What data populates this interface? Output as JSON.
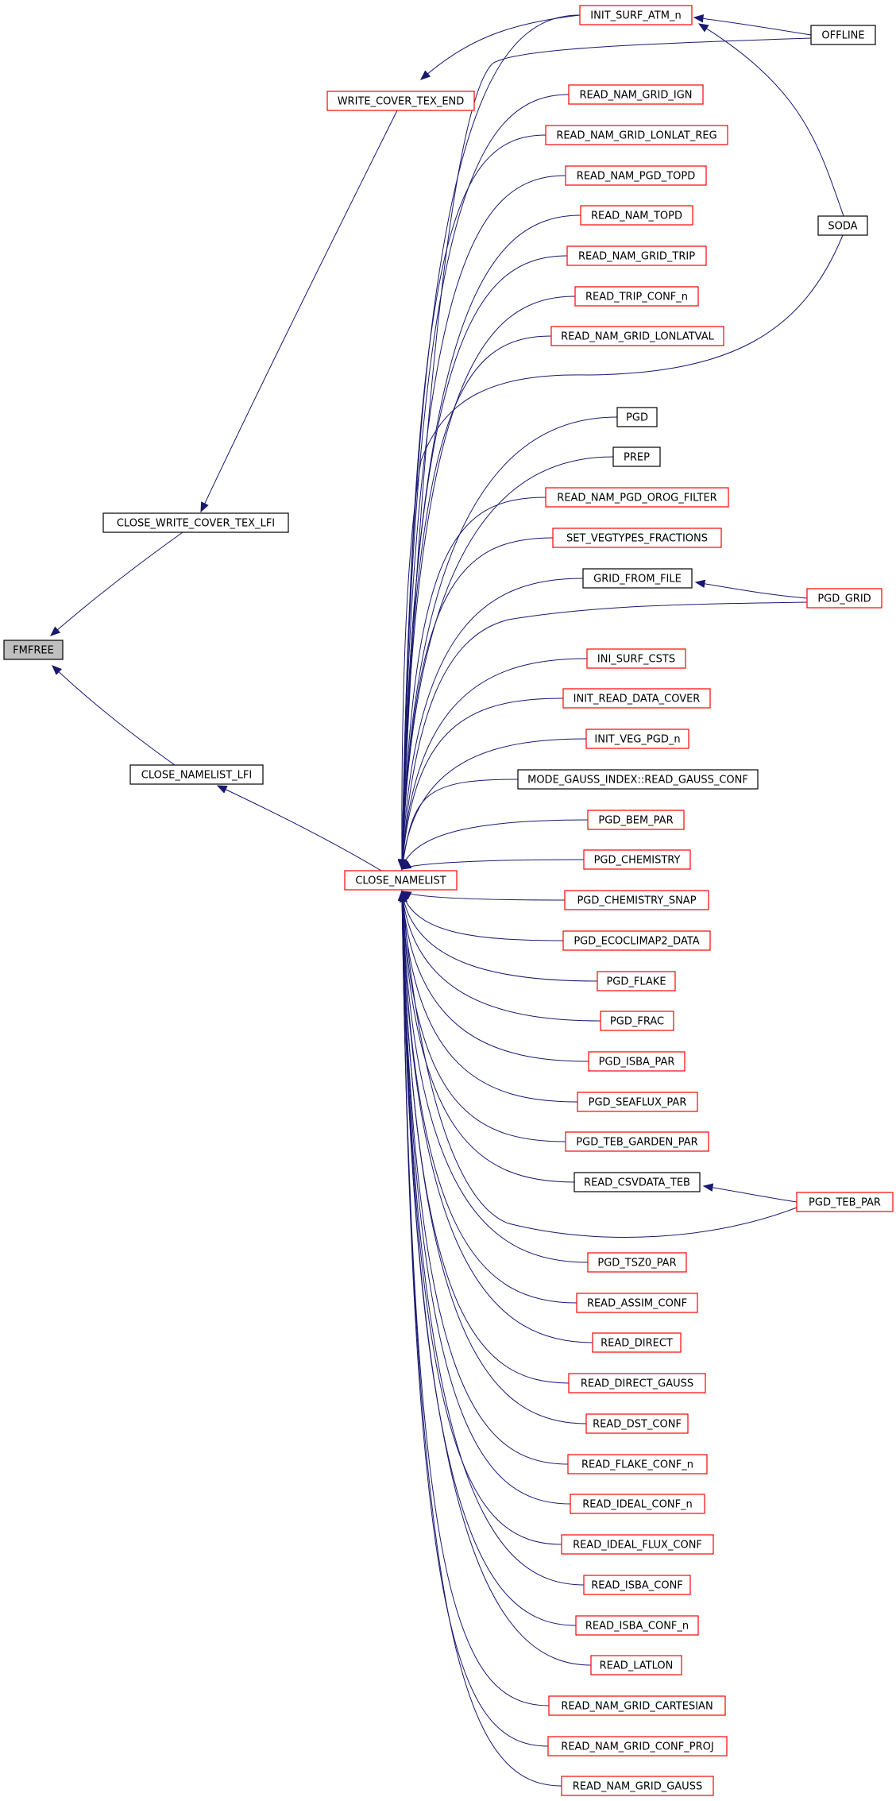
{
  "colors": {
    "edge": "#191970",
    "documented_border": "#000000",
    "undocumented_border": "#ff0000",
    "root_fill": "#bfbfbf",
    "node_fill": "#ffffff",
    "text": "#000000"
  },
  "nodes": [
    {
      "id": "fmfree",
      "label": "FMFREE",
      "kind": "root"
    },
    {
      "id": "close_write_cover_tex_lfi",
      "label": "CLOSE_WRITE_COVER_TEX_LFI",
      "kind": "black"
    },
    {
      "id": "close_namelist_lfi",
      "label": "CLOSE_NAMELIST_LFI",
      "kind": "black"
    },
    {
      "id": "write_cover_tex_end",
      "label": "WRITE_COVER_TEX_END",
      "kind": "red"
    },
    {
      "id": "close_namelist",
      "label": "CLOSE_NAMELIST",
      "kind": "red"
    },
    {
      "id": "init_surf_atm_n",
      "label": "INIT_SURF_ATM_n",
      "kind": "red"
    },
    {
      "id": "offline",
      "label": "OFFLINE",
      "kind": "black"
    },
    {
      "id": "read_nam_grid_ign",
      "label": "READ_NAM_GRID_IGN",
      "kind": "red"
    },
    {
      "id": "read_nam_grid_lonlat_reg",
      "label": "READ_NAM_GRID_LONLAT_REG",
      "kind": "red"
    },
    {
      "id": "read_nam_pgd_topd",
      "label": "READ_NAM_PGD_TOPD",
      "kind": "red"
    },
    {
      "id": "read_nam_topd",
      "label": "READ_NAM_TOPD",
      "kind": "red"
    },
    {
      "id": "soda",
      "label": "SODA",
      "kind": "black"
    },
    {
      "id": "read_nam_grid_trip",
      "label": "READ_NAM_GRID_TRIP",
      "kind": "red"
    },
    {
      "id": "read_trip_conf_n",
      "label": "READ_TRIP_CONF_n",
      "kind": "red"
    },
    {
      "id": "read_nam_grid_lonlatval",
      "label": "READ_NAM_GRID_LONLATVAL",
      "kind": "red"
    },
    {
      "id": "pgd",
      "label": "PGD",
      "kind": "black"
    },
    {
      "id": "prep",
      "label": "PREP",
      "kind": "black"
    },
    {
      "id": "read_nam_pgd_orog_filter",
      "label": "READ_NAM_PGD_OROG_FILTER",
      "kind": "red"
    },
    {
      "id": "set_vegtypes_fractions",
      "label": "SET_VEGTYPES_FRACTIONS",
      "kind": "red"
    },
    {
      "id": "grid_from_file",
      "label": "GRID_FROM_FILE",
      "kind": "black"
    },
    {
      "id": "pgd_grid",
      "label": "PGD_GRID",
      "kind": "red"
    },
    {
      "id": "ini_surf_csts",
      "label": "INI_SURF_CSTS",
      "kind": "red"
    },
    {
      "id": "init_read_data_cover",
      "label": "INIT_READ_DATA_COVER",
      "kind": "red"
    },
    {
      "id": "init_veg_pgd_n",
      "label": "INIT_VEG_PGD_n",
      "kind": "red"
    },
    {
      "id": "mode_gauss_index_read_gauss_conf",
      "label": "MODE_GAUSS_INDEX::READ_GAUSS_CONF",
      "kind": "black"
    },
    {
      "id": "pgd_bem_par",
      "label": "PGD_BEM_PAR",
      "kind": "red"
    },
    {
      "id": "pgd_chemistry",
      "label": "PGD_CHEMISTRY",
      "kind": "red"
    },
    {
      "id": "pgd_chemistry_snap",
      "label": "PGD_CHEMISTRY_SNAP",
      "kind": "red"
    },
    {
      "id": "pgd_ecoclimap2_data",
      "label": "PGD_ECOCLIMAP2_DATA",
      "kind": "red"
    },
    {
      "id": "pgd_flake",
      "label": "PGD_FLAKE",
      "kind": "red"
    },
    {
      "id": "pgd_frac",
      "label": "PGD_FRAC",
      "kind": "red"
    },
    {
      "id": "pgd_isba_par",
      "label": "PGD_ISBA_PAR",
      "kind": "red"
    },
    {
      "id": "pgd_seaflux_par",
      "label": "PGD_SEAFLUX_PAR",
      "kind": "red"
    },
    {
      "id": "pgd_teb_garden_par",
      "label": "PGD_TEB_GARDEN_PAR",
      "kind": "red"
    },
    {
      "id": "read_csvdata_teb",
      "label": "READ_CSVDATA_TEB",
      "kind": "black"
    },
    {
      "id": "pgd_teb_par",
      "label": "PGD_TEB_PAR",
      "kind": "red"
    },
    {
      "id": "pgd_tsz0_par",
      "label": "PGD_TSZ0_PAR",
      "kind": "red"
    },
    {
      "id": "read_assim_conf",
      "label": "READ_ASSIM_CONF",
      "kind": "red"
    },
    {
      "id": "read_direct",
      "label": "READ_DIRECT",
      "kind": "red"
    },
    {
      "id": "read_direct_gauss",
      "label": "READ_DIRECT_GAUSS",
      "kind": "red"
    },
    {
      "id": "read_dst_conf",
      "label": "READ_DST_CONF",
      "kind": "red"
    },
    {
      "id": "read_flake_conf_n",
      "label": "READ_FLAKE_CONF_n",
      "kind": "red"
    },
    {
      "id": "read_ideal_conf_n",
      "label": "READ_IDEAL_CONF_n",
      "kind": "red"
    },
    {
      "id": "read_ideal_flux_conf",
      "label": "READ_IDEAL_FLUX_CONF",
      "kind": "red"
    },
    {
      "id": "read_isba_conf",
      "label": "READ_ISBA_CONF",
      "kind": "red"
    },
    {
      "id": "read_isba_conf_n",
      "label": "READ_ISBA_CONF_n",
      "kind": "red"
    },
    {
      "id": "read_latlon",
      "label": "READ_LATLON",
      "kind": "red"
    },
    {
      "id": "read_nam_grid_cartesian",
      "label": "READ_NAM_GRID_CARTESIAN",
      "kind": "red"
    },
    {
      "id": "read_nam_grid_conf_proj",
      "label": "READ_NAM_GRID_CONF_PROJ",
      "kind": "red"
    },
    {
      "id": "read_nam_grid_gauss",
      "label": "READ_NAM_GRID_GAUSS",
      "kind": "red"
    }
  ],
  "edges": [
    {
      "from": "close_write_cover_tex_lfi",
      "to": "fmfree"
    },
    {
      "from": "close_namelist_lfi",
      "to": "fmfree"
    },
    {
      "from": "write_cover_tex_end",
      "to": "close_write_cover_tex_lfi"
    },
    {
      "from": "close_namelist",
      "to": "close_namelist_lfi"
    },
    {
      "from": "init_surf_atm_n",
      "to": "write_cover_tex_end"
    },
    {
      "from": "offline",
      "to": "init_surf_atm_n"
    },
    {
      "from": "soda",
      "to": "init_surf_atm_n"
    },
    {
      "from": "init_surf_atm_n",
      "to": "close_namelist"
    },
    {
      "from": "offline",
      "to": "close_namelist"
    },
    {
      "from": "read_nam_grid_ign",
      "to": "close_namelist"
    },
    {
      "from": "read_nam_grid_lonlat_reg",
      "to": "close_namelist"
    },
    {
      "from": "read_nam_pgd_topd",
      "to": "close_namelist"
    },
    {
      "from": "read_nam_topd",
      "to": "close_namelist"
    },
    {
      "from": "read_nam_grid_trip",
      "to": "close_namelist"
    },
    {
      "from": "read_trip_conf_n",
      "to": "close_namelist"
    },
    {
      "from": "read_nam_grid_lonlatval",
      "to": "close_namelist"
    },
    {
      "from": "soda",
      "to": "close_namelist"
    },
    {
      "from": "pgd",
      "to": "close_namelist"
    },
    {
      "from": "prep",
      "to": "close_namelist"
    },
    {
      "from": "read_nam_pgd_orog_filter",
      "to": "close_namelist"
    },
    {
      "from": "set_vegtypes_fractions",
      "to": "close_namelist"
    },
    {
      "from": "grid_from_file",
      "to": "close_namelist"
    },
    {
      "from": "pgd_grid",
      "to": "grid_from_file"
    },
    {
      "from": "pgd_grid",
      "to": "close_namelist"
    },
    {
      "from": "ini_surf_csts",
      "to": "close_namelist"
    },
    {
      "from": "init_read_data_cover",
      "to": "close_namelist"
    },
    {
      "from": "init_veg_pgd_n",
      "to": "close_namelist"
    },
    {
      "from": "mode_gauss_index_read_gauss_conf",
      "to": "close_namelist"
    },
    {
      "from": "pgd_bem_par",
      "to": "close_namelist"
    },
    {
      "from": "pgd_chemistry",
      "to": "close_namelist"
    },
    {
      "from": "pgd_chemistry_snap",
      "to": "close_namelist"
    },
    {
      "from": "pgd_ecoclimap2_data",
      "to": "close_namelist"
    },
    {
      "from": "pgd_flake",
      "to": "close_namelist"
    },
    {
      "from": "pgd_frac",
      "to": "close_namelist"
    },
    {
      "from": "pgd_isba_par",
      "to": "close_namelist"
    },
    {
      "from": "pgd_seaflux_par",
      "to": "close_namelist"
    },
    {
      "from": "pgd_teb_garden_par",
      "to": "close_namelist"
    },
    {
      "from": "read_csvdata_teb",
      "to": "close_namelist"
    },
    {
      "from": "pgd_teb_par",
      "to": "read_csvdata_teb"
    },
    {
      "from": "pgd_teb_par",
      "to": "close_namelist"
    },
    {
      "from": "pgd_tsz0_par",
      "to": "close_namelist"
    },
    {
      "from": "read_assim_conf",
      "to": "close_namelist"
    },
    {
      "from": "read_direct",
      "to": "close_namelist"
    },
    {
      "from": "read_direct_gauss",
      "to": "close_namelist"
    },
    {
      "from": "read_dst_conf",
      "to": "close_namelist"
    },
    {
      "from": "read_flake_conf_n",
      "to": "close_namelist"
    },
    {
      "from": "read_ideal_conf_n",
      "to": "close_namelist"
    },
    {
      "from": "read_ideal_flux_conf",
      "to": "close_namelist"
    },
    {
      "from": "read_isba_conf",
      "to": "close_namelist"
    },
    {
      "from": "read_isba_conf_n",
      "to": "close_namelist"
    },
    {
      "from": "read_latlon",
      "to": "close_namelist"
    },
    {
      "from": "read_nam_grid_cartesian",
      "to": "close_namelist"
    },
    {
      "from": "read_nam_grid_conf_proj",
      "to": "close_namelist"
    },
    {
      "from": "read_nam_grid_gauss",
      "to": "close_namelist"
    }
  ]
}
